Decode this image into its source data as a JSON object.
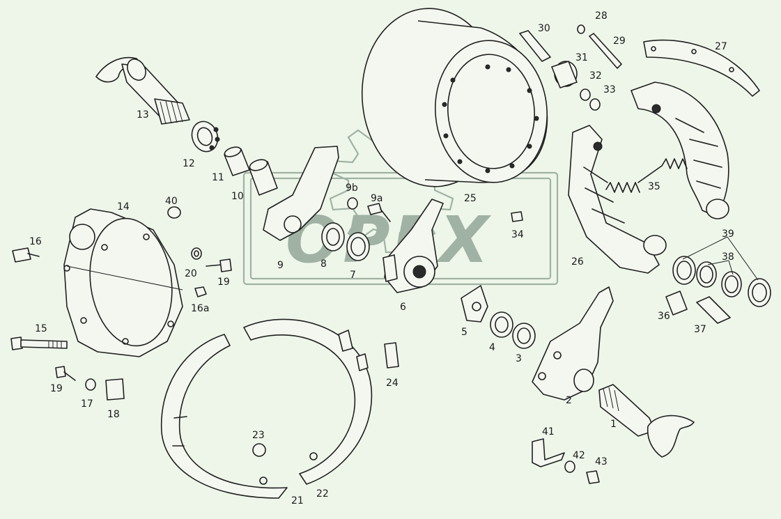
{
  "labels": {
    "p1": "1",
    "p2": "2",
    "p3": "3",
    "p4": "4",
    "p5": "5",
    "p6": "6",
    "p7": "7",
    "p8": "8",
    "p9": "9",
    "p9a": "9a",
    "p9b": "9b",
    "p10": "10",
    "p11": "11",
    "p12": "12",
    "p13": "13",
    "p14": "14",
    "p15": "15",
    "p16": "16",
    "p16a": "16a",
    "p17": "17",
    "p18": "18",
    "p19a": "19",
    "p19b": "19",
    "p20": "20",
    "p21": "21",
    "p22": "22",
    "p23": "23",
    "p24": "24",
    "p25": "25",
    "p26": "26",
    "p27": "27",
    "p28": "28",
    "p29": "29",
    "p30": "30",
    "p31": "31",
    "p32": "32",
    "p33": "33",
    "p34": "34",
    "p35": "35",
    "p36": "36",
    "p37": "37",
    "p38": "38",
    "p39": "39",
    "p40": "40",
    "p41": "41",
    "p42": "42",
    "p43": "43"
  },
  "watermark": {
    "text": "OPEX",
    "color": "#9fb2a3"
  },
  "colors": {
    "background": "#eef6ea",
    "ink": "#1f1f1f"
  }
}
